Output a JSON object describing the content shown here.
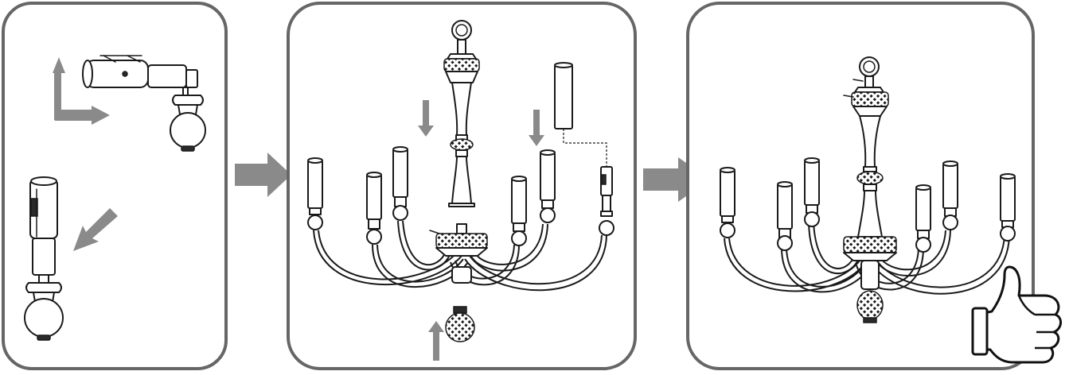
{
  "diagram": {
    "panels": [
      {
        "step": 1,
        "content": "socket-bending-and-assembly"
      },
      {
        "step": 2,
        "content": "chandelier-exploded-parts"
      },
      {
        "step": 3,
        "content": "chandelier-assembled"
      }
    ],
    "colors": {
      "frame": "#666666",
      "arrow": "#8a8a8a",
      "ink": "#1a1a1a",
      "hatch": "#3a3a3a"
    },
    "icons": {
      "step_arrow": "right-arrow-icon",
      "motion_arrow": "motion-arrow-icon",
      "approval": "thumbs-up-icon"
    }
  }
}
